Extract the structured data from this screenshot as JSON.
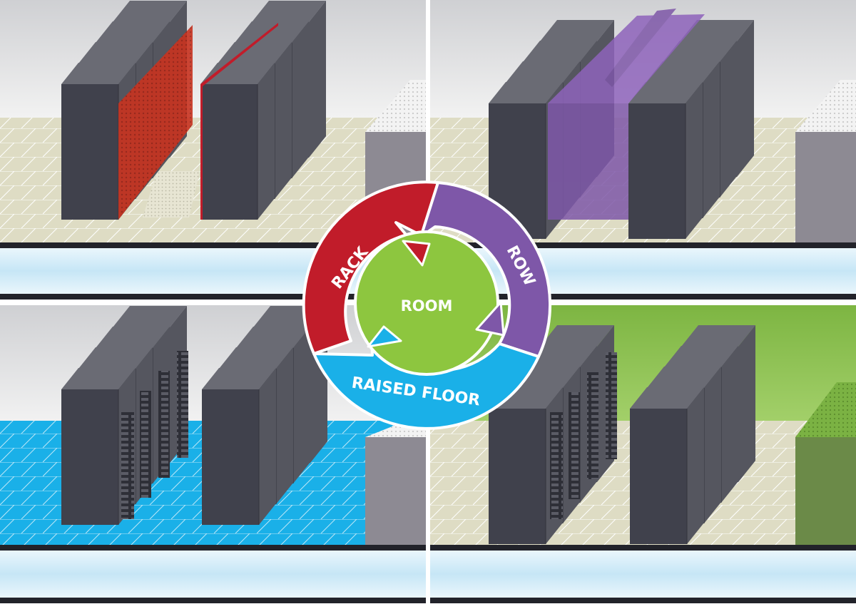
{
  "labels": {
    "rack": "RACK",
    "row": "ROW",
    "raised_floor": "RAISED FLOOR",
    "room": "ROOM"
  },
  "panels": [
    {
      "id": "rack",
      "highlight": "rack-sides",
      "accent": "#c11c2a"
    },
    {
      "id": "row",
      "highlight": "row-containment",
      "accent": "#7e57a8"
    },
    {
      "id": "raised-floor",
      "highlight": "floor-tiles",
      "accent": "#1ab0e8"
    },
    {
      "id": "room",
      "highlight": "room-walls",
      "accent": "#8dc63f"
    }
  ],
  "colors": {
    "rack_red": "#c11c2a",
    "row_purple": "#7e57a8",
    "floor_blue": "#1ab0e8",
    "room_green": "#8dc63f",
    "cabinet_front": "#40414c",
    "cabinet_side": "#55565f",
    "cabinet_top": "#6a6b74",
    "floor_tile": "#dedcc4"
  }
}
